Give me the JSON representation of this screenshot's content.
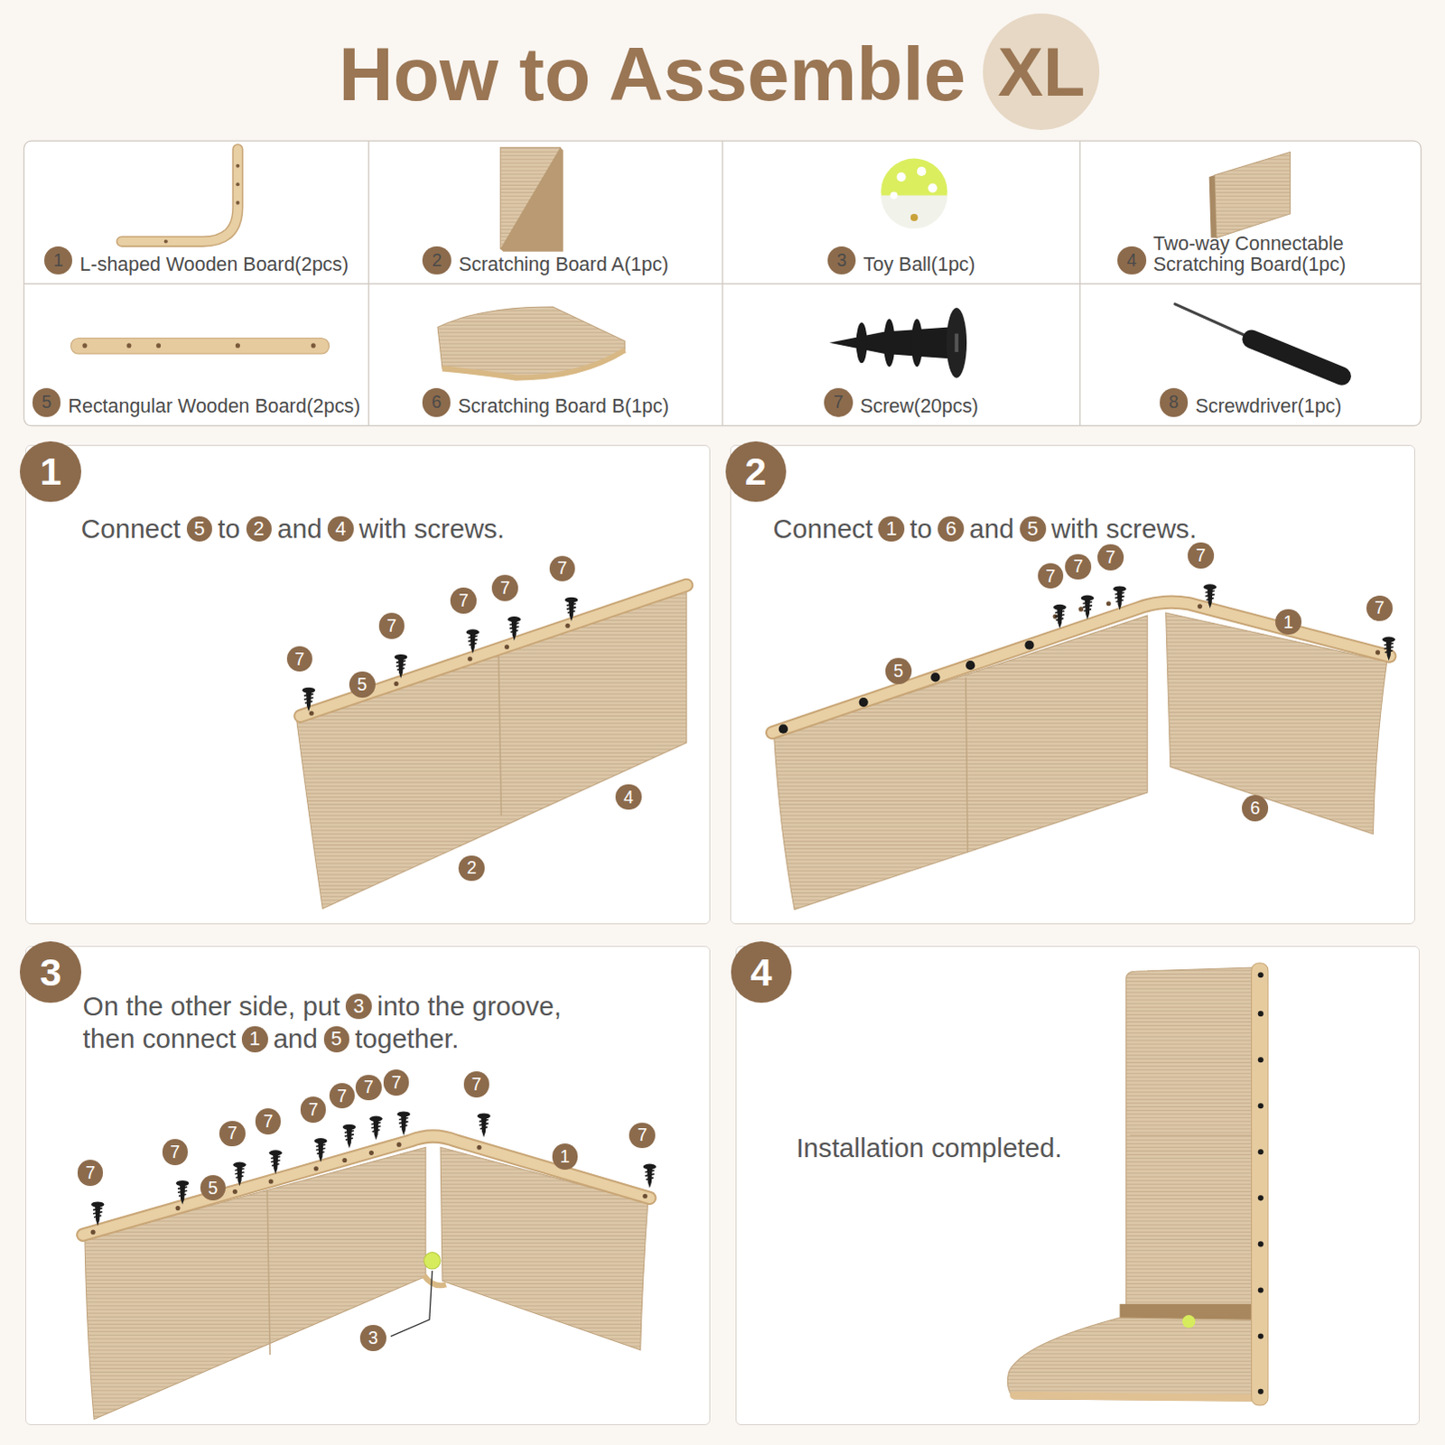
{
  "diagram": {
    "title": "How to Assemble",
    "nodes": [
      {
        "text": [
          "XL"
        ]
      },
      {
        "text": [
          "L-shaped Wooden Board(2pcs)"
        ]
      },
      {
        "text": [
          "1"
        ],
        "in": 1
      },
      {
        "text": [
          "Scratching Board A(1pc)"
        ]
      },
      {
        "text": [
          "2"
        ],
        "in": 3
      },
      {
        "text": [
          "Toy Ball(1pc)"
        ]
      },
      {
        "text": [
          "3"
        ],
        "in": 5
      },
      {
        "text": [
          "Two-way Connectable Scratching Board(1pc)"
        ]
      },
      {
        "text": [
          "4"
        ],
        "in": 7
      },
      {
        "text": [
          "Rectangular Wooden Board(2pcs)"
        ]
      },
      {
        "text": [
          "5"
        ],
        "in": 9
      },
      {
        "text": [
          "Scratching Board B(1pc)"
        ]
      },
      {
        "text": [
          "6"
        ],
        "in": 11
      },
      {
        "text": [
          "Screw(20pcs)"
        ]
      },
      {
        "text": [
          "7"
        ],
        "in": 13
      },
      {
        "text": [
          "Screwdriver(1pc)"
        ]
      },
      {
        "text": [
          "8"
        ],
        "in": 15
      },
      {
        "text": [
          "Connect",
          "5",
          "to",
          "2",
          "and",
          "4",
          "with screws."
        ]
      },
      {
        "text": [
          "1"
        ],
        "in": 17
      },
      {
        "text": [
          "Connect",
          "1",
          "to",
          "6",
          "and",
          "5",
          "with screws."
        ]
      },
      {
        "text": [
          "2"
        ],
        "in": 19
      },
      {
        "text": [
          "On the other side, put",
          "3",
          "into the groove,",
          "then connect",
          "1",
          "and",
          "5",
          "together."
        ]
      },
      {
        "text": [
          "3"
        ],
        "in": 21
      },
      {
        "text": [
          "Installation completed."
        ]
      },
      {
        "text": [
          "4"
        ],
        "in": 23
      }
    ],
    "labels": [
      "7",
      "7",
      "7",
      "7",
      "7",
      "5",
      "4",
      "2",
      "7",
      "7",
      "7",
      "7",
      "7",
      "5",
      "1",
      "6",
      "7",
      "7",
      "7",
      "7",
      "7",
      "7",
      "7",
      "7",
      "7",
      "7",
      "5",
      "1",
      "3"
    ]
  }
}
